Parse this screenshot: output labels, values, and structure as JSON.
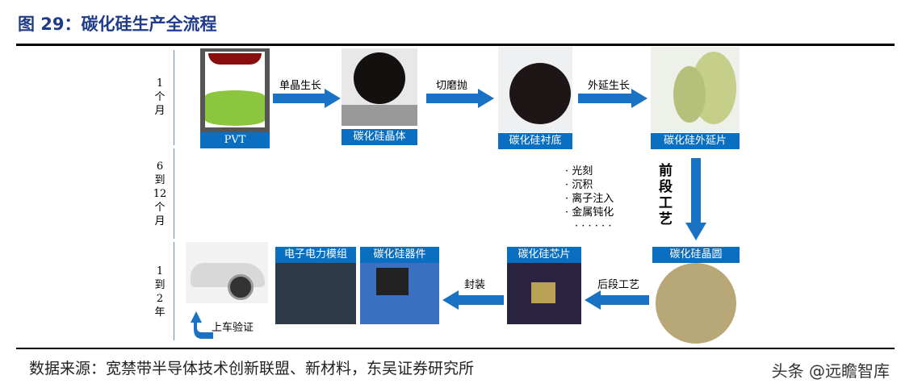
{
  "title": "图 29：碳化硅生产全流程",
  "timeline": [
    {
      "label": "1\n个\n月"
    },
    {
      "label": "6\n到\n12\n个\n月"
    },
    {
      "label": "1\n到\n2\n年"
    }
  ],
  "nodes": {
    "pvt": "PVT",
    "crystal": "碳化硅晶体",
    "substrate": "碳化硅衬底",
    "epi": "碳化硅外延片",
    "wafer": "碳化硅晶圆",
    "chip": "碳化硅芯片",
    "device": "碳化硅器件",
    "module": "电子电力模组"
  },
  "steps": {
    "s1": "单晶生长",
    "s2": "切磨抛",
    "s3": "外延生长",
    "front": "前段工艺",
    "back": "后段工艺",
    "pack": "封装",
    "car": "上车验证"
  },
  "front_items": [
    "· 光刻",
    "· 沉积",
    "· 离子注入",
    "· 金属钝化",
    "· · · · · ·"
  ],
  "source": "数据来源：宽禁带半导体技术创新联盟、新材料，东吴证券研究所",
  "watermark": "头条 @远瞻智库",
  "colors": {
    "accent": "#0b6fc1",
    "title": "#1f3b8a"
  }
}
